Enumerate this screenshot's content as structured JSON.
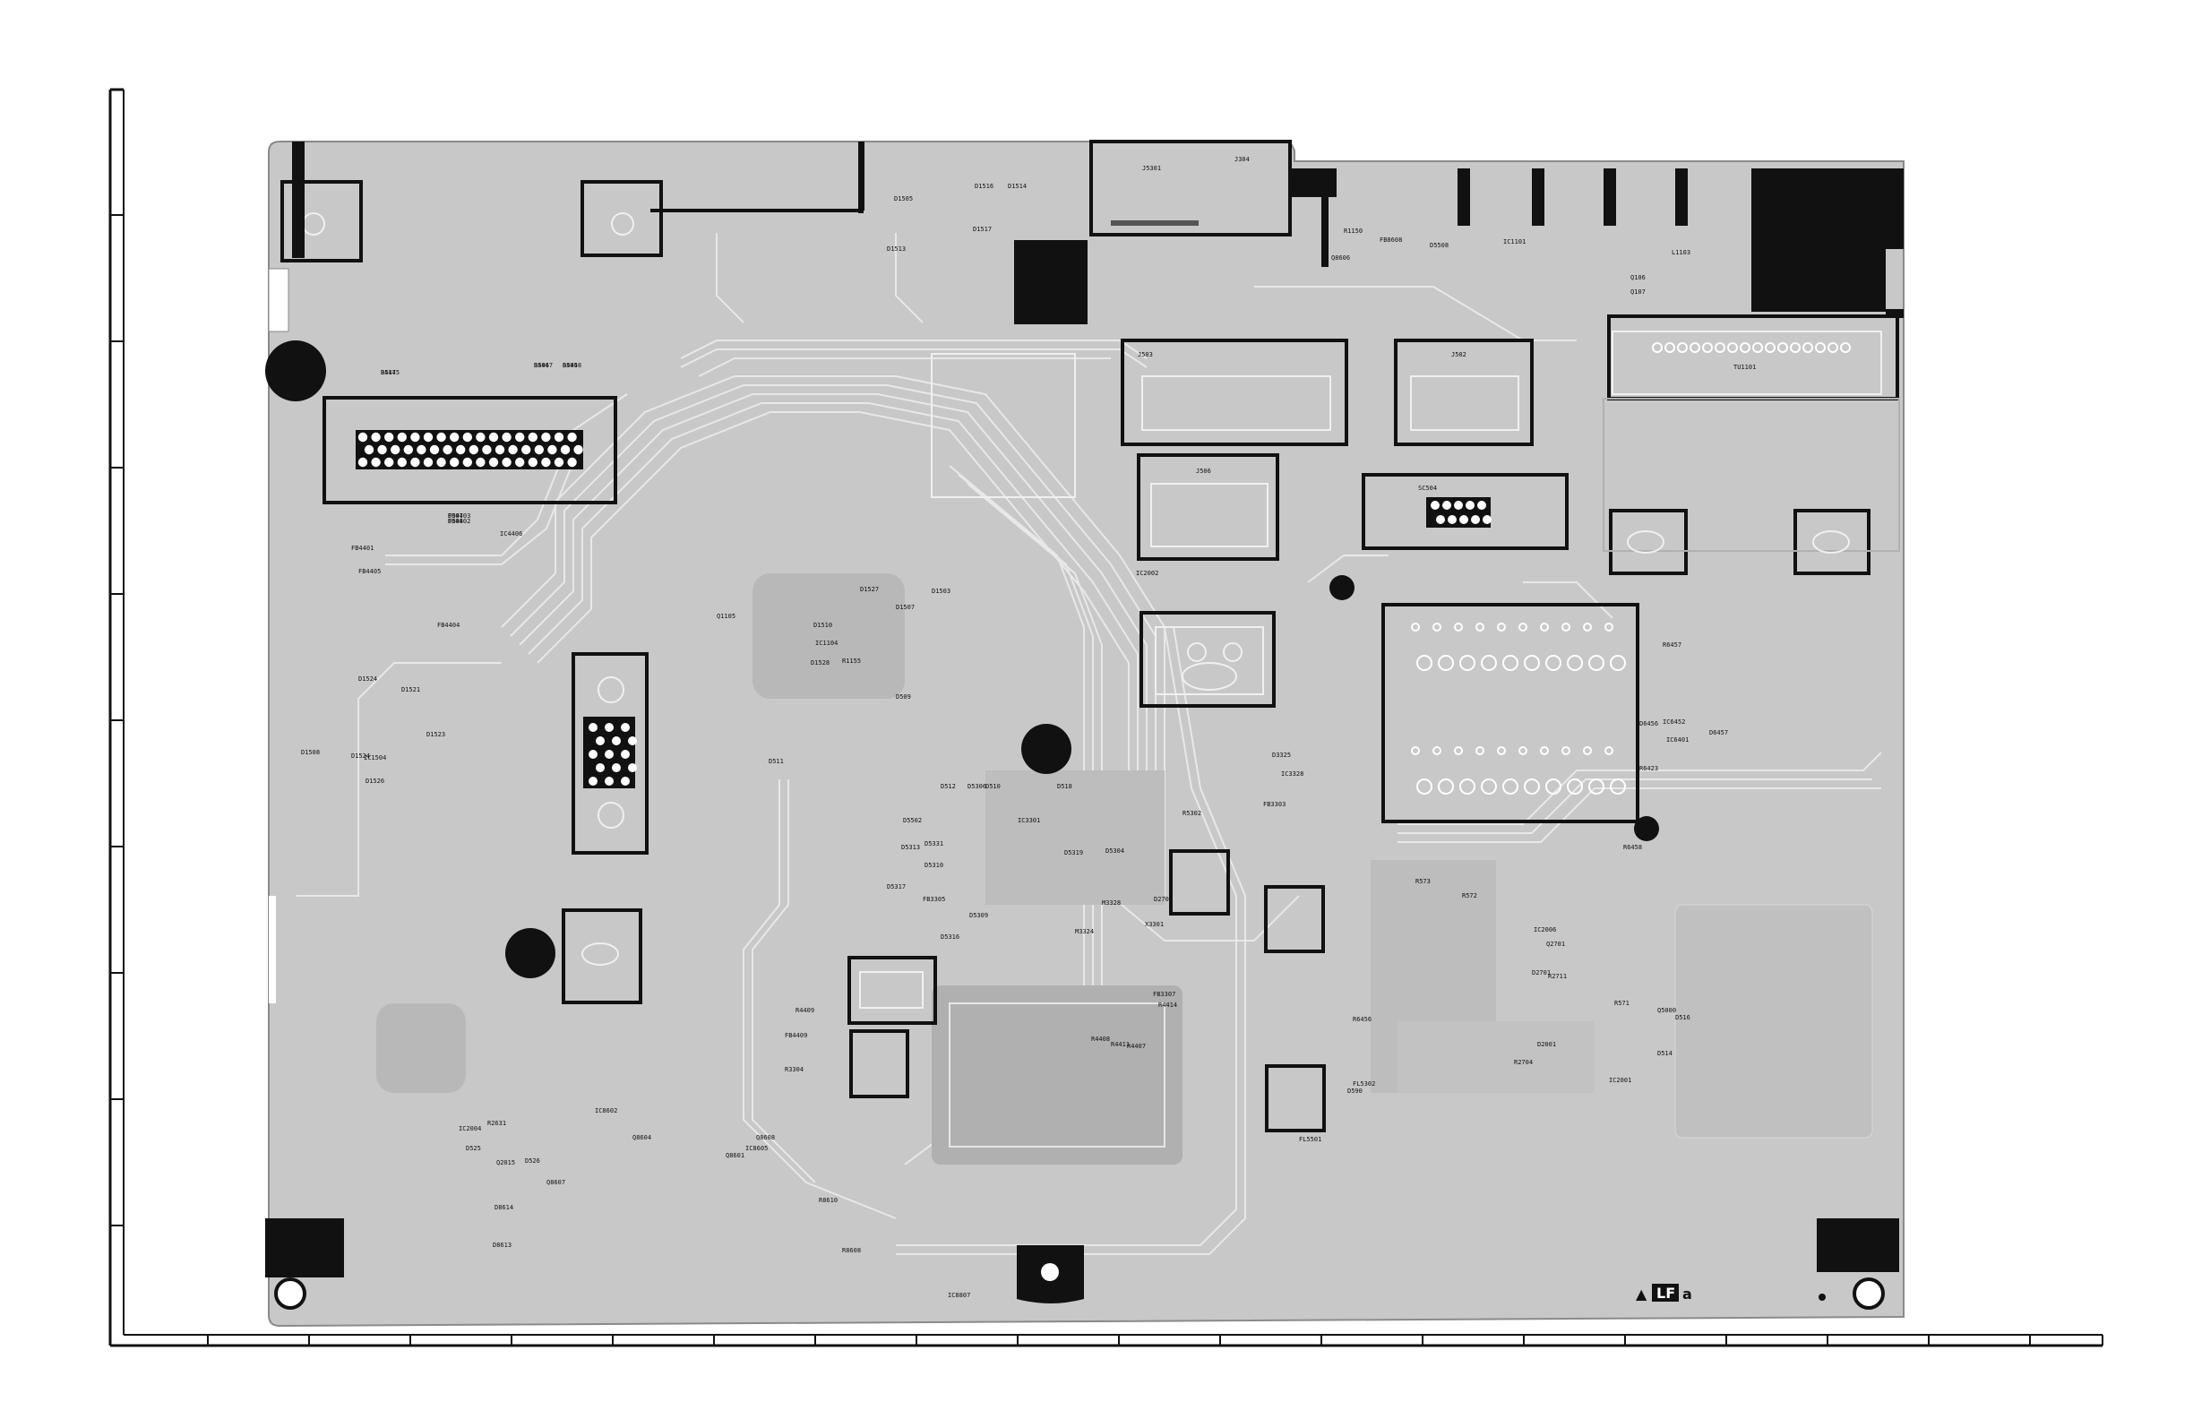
{
  "board": {
    "colors": {
      "board": "#c8c8c8",
      "trace": "#e6e6e6",
      "ink": "#111111",
      "border": "#7a7a7a"
    },
    "logo": {
      "mark": "▲",
      "boxed": "LF",
      "suffix": "a"
    },
    "labels": [
      "R4445",
      "R4447",
      "R4448",
      "FB4403",
      "FB4402",
      "IC4406",
      "FB4401",
      "FB4405",
      "FB4404",
      "J5301",
      "J304",
      "J503",
      "J502",
      "J506",
      "SC504",
      "Q106",
      "Q107",
      "L1103",
      "TU1101",
      "IC1101",
      "D1505",
      "D1517",
      "D1513",
      "D1516",
      "D1514",
      "D1527",
      "D1510",
      "D1528",
      "D1503",
      "D1507",
      "D1524",
      "D1521",
      "D1523",
      "D1526",
      "IC1504",
      "D1524",
      "D1508",
      "D5502",
      "D5306",
      "IC3301",
      "D5313",
      "D5331",
      "D5310",
      "D5317",
      "FB3305",
      "D5316",
      "D5309",
      "D5319",
      "D5304",
      "M3328",
      "M3324",
      "X3301",
      "FB3307",
      "R4414",
      "R4407",
      "R4408",
      "R4411",
      "R4409",
      "FB4409",
      "R3304",
      "R5302",
      "D3325",
      "IC3328",
      "FB3303",
      "FL5302",
      "FL5501",
      "D590",
      "R6456",
      "R6457",
      "IC6452",
      "IC6401",
      "R6458",
      "R6423",
      "D6456",
      "D6457",
      "R573",
      "R572",
      "R571",
      "Q5000",
      "D516",
      "D514",
      "IC2001",
      "D2001",
      "IC2006",
      "D2701",
      "R2711",
      "Q2701",
      "R2704",
      "D2707",
      "IC2002",
      "IC2004",
      "R2631",
      "Q2015",
      "D525",
      "D526",
      "IC8602",
      "Q8604",
      "Q8607",
      "IC8605",
      "Q8608",
      "Q8601",
      "R8610",
      "D8614",
      "D8613",
      "R8608",
      "IC8807",
      "Q8606",
      "FB8608",
      "D5508",
      "R1150",
      "Q1105",
      "IC1104",
      "R1155",
      "D509",
      "D511",
      "D512",
      "D510",
      "D518",
      "D517",
      "D506",
      "D505",
      "D507",
      "D508"
    ]
  }
}
